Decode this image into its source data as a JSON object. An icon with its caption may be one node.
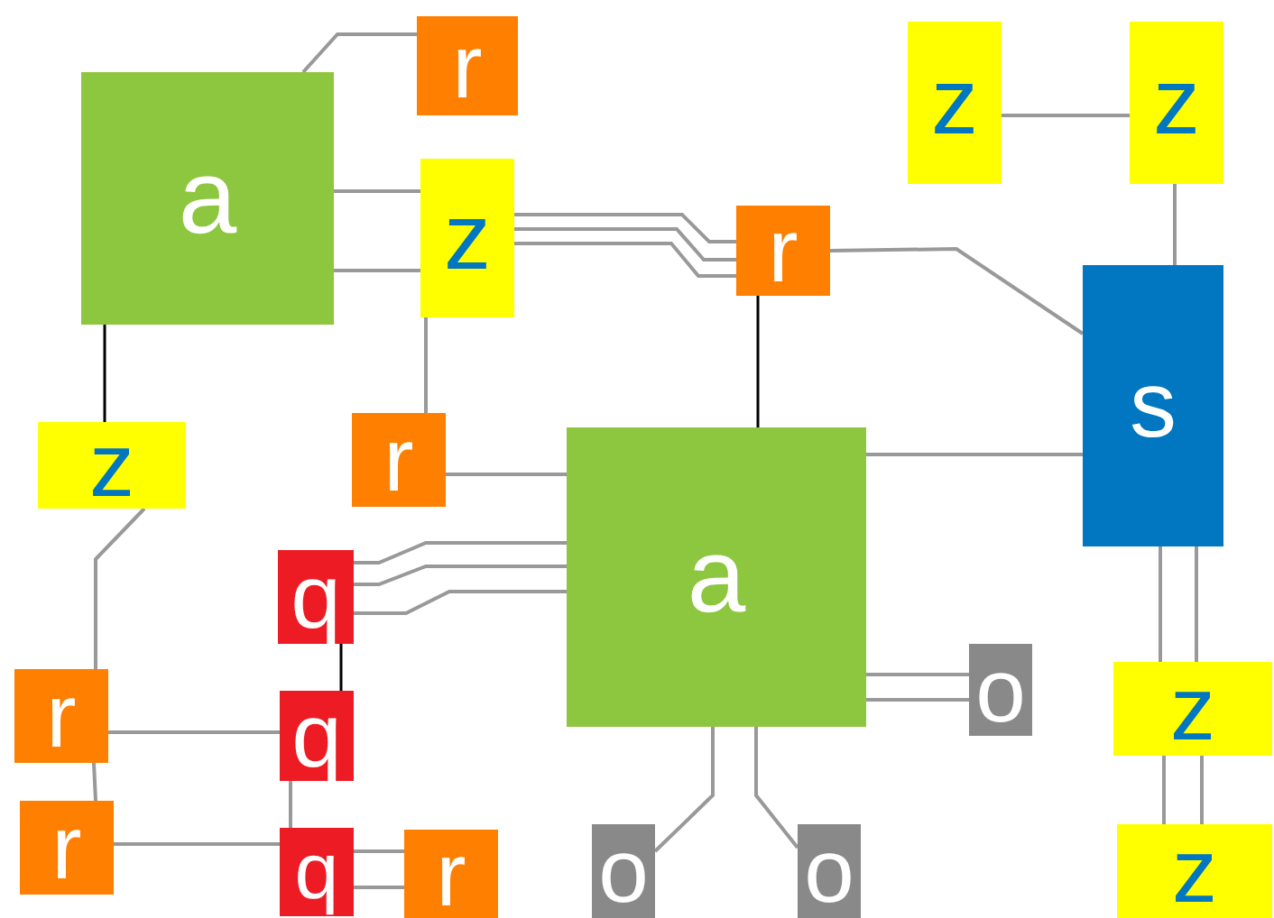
{
  "diagram": {
    "nodes": [
      {
        "text": [
          "r"
        ]
      },
      {
        "text": [
          "a"
        ]
      },
      {
        "text": [
          "z"
        ]
      },
      {
        "text": [
          "z"
        ]
      },
      {
        "text": [
          "z"
        ]
      },
      {
        "text": [
          "r"
        ]
      },
      {
        "text": [
          "s"
        ]
      },
      {
        "text": [
          "z"
        ]
      },
      {
        "text": [
          "r"
        ]
      },
      {
        "text": [
          "a"
        ]
      },
      {
        "text": [
          "q"
        ]
      },
      {
        "text": [
          "o"
        ]
      },
      {
        "text": [
          "z"
        ]
      },
      {
        "text": [
          "r"
        ]
      },
      {
        "text": [
          "q"
        ]
      },
      {
        "text": [
          "r"
        ]
      },
      {
        "text": [
          "z"
        ]
      },
      {
        "text": [
          "q"
        ]
      },
      {
        "text": [
          "o"
        ]
      },
      {
        "text": [
          "r"
        ]
      },
      {
        "text": [
          "o"
        ]
      }
    ],
    "edges": [
      {
        "from": 1,
        "to": 0,
        "arrow": "none"
      },
      {
        "from": 1,
        "to": 4,
        "arrow": "none"
      },
      {
        "from": 1,
        "to": 4,
        "arrow": "none"
      },
      {
        "from": 4,
        "to": 5,
        "arrow": "none"
      },
      {
        "from": 4,
        "to": 5,
        "arrow": "none"
      },
      {
        "from": 4,
        "to": 5,
        "arrow": "none"
      },
      {
        "from": 4,
        "to": 8,
        "arrow": "none"
      },
      {
        "from": 5,
        "to": 9,
        "arrow": "none",
        "color": "#000000"
      },
      {
        "from": 5,
        "to": 6,
        "arrow": "none"
      },
      {
        "from": 2,
        "to": 3,
        "arrow": "none"
      },
      {
        "from": 3,
        "to": 6,
        "arrow": "none"
      },
      {
        "from": 1,
        "to": 7,
        "arrow": "none",
        "color": "#000000"
      },
      {
        "from": 7,
        "to": 13,
        "arrow": "none"
      },
      {
        "from": 8,
        "to": 9,
        "arrow": "none"
      },
      {
        "from": 6,
        "to": 9,
        "arrow": "none"
      },
      {
        "from": 10,
        "to": 9,
        "arrow": "none"
      },
      {
        "from": 10,
        "to": 9,
        "arrow": "none"
      },
      {
        "from": 10,
        "to": 9,
        "arrow": "none"
      },
      {
        "from": 10,
        "to": 14,
        "arrow": "none",
        "color": "#000000"
      },
      {
        "from": 13,
        "to": 14,
        "arrow": "none"
      },
      {
        "from": 13,
        "to": 15,
        "arrow": "none"
      },
      {
        "from": 14,
        "to": 17,
        "arrow": "none"
      },
      {
        "from": 15,
        "to": 17,
        "arrow": "none"
      },
      {
        "from": 17,
        "to": 19,
        "arrow": "none"
      },
      {
        "from": 17,
        "to": 19,
        "arrow": "none"
      },
      {
        "from": 9,
        "to": 11,
        "arrow": "none"
      },
      {
        "from": 9,
        "to": 11,
        "arrow": "none"
      },
      {
        "from": 9,
        "to": 18,
        "arrow": "none"
      },
      {
        "from": 9,
        "to": 20,
        "arrow": "none"
      },
      {
        "from": 6,
        "to": 12,
        "arrow": "none"
      },
      {
        "from": 6,
        "to": 12,
        "arrow": "none"
      },
      {
        "from": 12,
        "to": 16,
        "arrow": "none"
      },
      {
        "from": 12,
        "to": 16,
        "arrow": "none"
      }
    ]
  }
}
